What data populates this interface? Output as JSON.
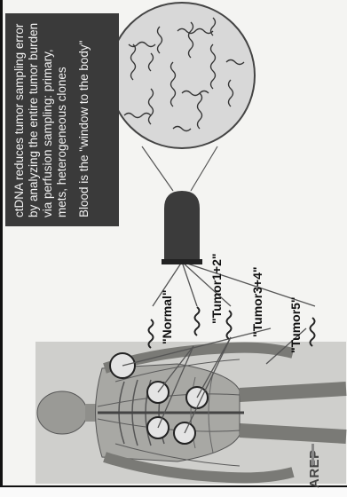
{
  "slide": {
    "text_box": {
      "paragraph_1": "ctDNA reduces tumor sampling error by analyzing the entire tumor burden via perfusion sampling: primary, mets, heterogeneous clones",
      "paragraph_2": "Blood is the \"window to the body\""
    },
    "labels": {
      "tumor5": "\"Tumor5\"",
      "tumor34": "\"Tumor3+4\"",
      "tumor12": "\"Tumor1+2\"",
      "normal": "\"Normal\""
    },
    "logo": "AREP"
  },
  "colors": {
    "text_box_bg": "#3a3a3a",
    "text_box_fg": "#f2f2f2",
    "tube": "#3b3b3b",
    "circle_fill": "#d8d8d8"
  },
  "icons": [
    "blood-tube-icon",
    "dna-fragments-magnified-icon",
    "dna-wave-icon",
    "human-anatomy-figure"
  ]
}
